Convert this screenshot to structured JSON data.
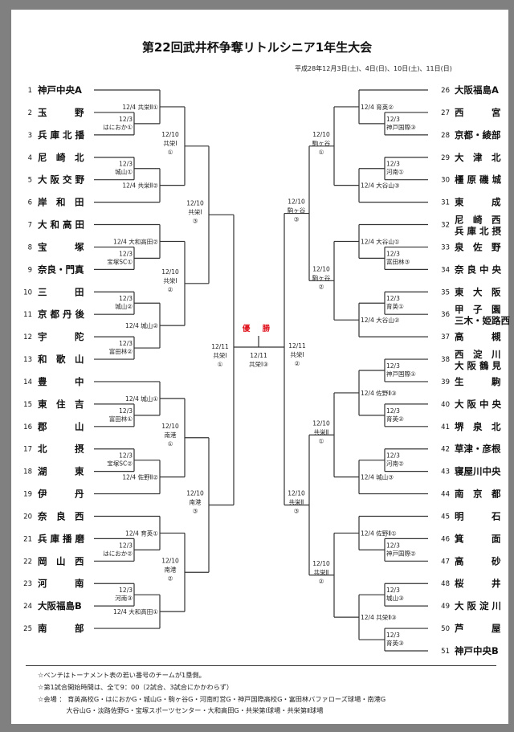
{
  "title": "第22回武井杯争奪リトルシニア1年生大会",
  "dates": "平成28年12月3日(土)、4日(日)、10日(土)、11日(日)",
  "champion_label": "優 勝",
  "teams_left": [
    {
      "no": "1",
      "name": "神戸中央A"
    },
    {
      "no": "2",
      "name": "玉　　　野"
    },
    {
      "no": "3",
      "name": "兵 庫 北 播"
    },
    {
      "no": "4",
      "name": "尼　崎　北"
    },
    {
      "no": "5",
      "name": "大 阪 交 野"
    },
    {
      "no": "6",
      "name": "岸　和　田"
    },
    {
      "no": "7",
      "name": "大 和 高 田"
    },
    {
      "no": "8",
      "name": "宝　　　塚"
    },
    {
      "no": "9",
      "name": "奈良・門真"
    },
    {
      "no": "10",
      "name": "三　　　田"
    },
    {
      "no": "11",
      "name": "京 都 丹 後"
    },
    {
      "no": "12",
      "name": "宇　　　陀"
    },
    {
      "no": "13",
      "name": "和　歌　山"
    },
    {
      "no": "14",
      "name": "豊　　　中"
    },
    {
      "no": "15",
      "name": "東　住　吉"
    },
    {
      "no": "16",
      "name": "郡　　　山"
    },
    {
      "no": "17",
      "name": "北　　　摂"
    },
    {
      "no": "18",
      "name": "湖　　　東"
    },
    {
      "no": "19",
      "name": "伊　　　丹"
    },
    {
      "no": "20",
      "name": "奈　良　西"
    },
    {
      "no": "21",
      "name": "兵 庫 播 磨"
    },
    {
      "no": "22",
      "name": "岡　山　西"
    },
    {
      "no": "23",
      "name": "河　　　南"
    },
    {
      "no": "24",
      "name": "大阪福島B"
    },
    {
      "no": "25",
      "name": "南　　　部"
    }
  ],
  "teams_right": [
    {
      "no": "26",
      "name": "大阪福島A"
    },
    {
      "no": "27",
      "name": "西　　　宮"
    },
    {
      "no": "28",
      "name": "京都・綾部"
    },
    {
      "no": "29",
      "name": "大　津　北"
    },
    {
      "no": "30",
      "name": "橿 原 磯 城"
    },
    {
      "no": "31",
      "name": "東　　　成"
    },
    {
      "no": "32",
      "name": "尼　崎　西",
      "name2": "兵 庫 北 摂"
    },
    {
      "no": "33",
      "name": "泉　佐　野"
    },
    {
      "no": "34",
      "name": "奈 良 中 央"
    },
    {
      "no": "35",
      "name": "東　大　阪"
    },
    {
      "no": "36",
      "name": "甲　子　園",
      "name2": "三木・姫路西"
    },
    {
      "no": "37",
      "name": "高　　　槻"
    },
    {
      "no": "38",
      "name": "西　淀　川",
      "name2": "大 阪 鶴 見"
    },
    {
      "no": "39",
      "name": "生　　　駒"
    },
    {
      "no": "40",
      "name": "大 阪 中 央"
    },
    {
      "no": "41",
      "name": "堺　泉　北"
    },
    {
      "no": "42",
      "name": "草津・彦根"
    },
    {
      "no": "43",
      "name": "寝屋川中央"
    },
    {
      "no": "44",
      "name": "南　京　都"
    },
    {
      "no": "45",
      "name": "明　　　石"
    },
    {
      "no": "46",
      "name": "箕　　　面"
    },
    {
      "no": "47",
      "name": "高　　　砂"
    },
    {
      "no": "48",
      "name": "桜　　　井"
    },
    {
      "no": "49",
      "name": "大 阪 淀 川"
    },
    {
      "no": "50",
      "name": "芦　　　屋"
    },
    {
      "no": "51",
      "name": "神戸中央B"
    }
  ],
  "matches": {
    "left_r1": [
      {
        "date": "12/3",
        "venue": "はにおか①"
      },
      {
        "date": "12/3",
        "venue": "城山①"
      },
      {
        "date": "12/3",
        "venue": "宝塚SC①"
      },
      {
        "date": "12/3",
        "venue": "城山②"
      },
      {
        "date": "12/3",
        "venue": "富田林②"
      },
      {
        "date": "12/3",
        "venue": "富田林①"
      },
      {
        "date": "12/3",
        "venue": "宝塚SC②"
      },
      {
        "date": "12/3",
        "venue": "はにおか②"
      },
      {
        "date": "12/3",
        "venue": "河南③"
      }
    ],
    "left_r2": [
      {
        "date": "12/4",
        "venue": "共栄Ⅱ①"
      },
      {
        "date": "12/4",
        "venue": "共栄Ⅱ②"
      },
      {
        "date": "12/4",
        "venue": "大和高田②"
      },
      {
        "date": "12/4",
        "venue": "城山②"
      },
      {
        "date": "12/4",
        "venue": "城山①"
      },
      {
        "date": "12/4",
        "venue": "佐野Ⅱ②"
      },
      {
        "date": "12/4",
        "venue": "育英①"
      },
      {
        "date": "12/4",
        "venue": "大和高田①"
      }
    ],
    "left_r3": [
      {
        "date": "12/10",
        "venue": "共栄Ⅰ",
        "num": "①"
      },
      {
        "date": "12/10",
        "venue": "共栄Ⅰ",
        "num": "②"
      },
      {
        "date": "12/10",
        "venue": "南港",
        "num": "①"
      },
      {
        "date": "12/10",
        "venue": "南港",
        "num": "②"
      }
    ],
    "left_r4": [
      {
        "date": "12/10",
        "venue": "共栄Ⅰ",
        "num": "③"
      },
      {
        "date": "12/10",
        "venue": "南港",
        "num": "③"
      }
    ],
    "left_semi": {
      "date": "12/11",
      "venue": "共栄Ⅰ",
      "num": "①"
    },
    "right_r1": [
      {
        "date": "12/3",
        "venue": "神戸国際③"
      },
      {
        "date": "12/3",
        "venue": "河南①"
      },
      {
        "date": "12/3",
        "venue": "富田林③"
      },
      {
        "date": "12/3",
        "venue": "育英①"
      },
      {
        "date": "12/3",
        "venue": "神戸国際①"
      },
      {
        "date": "12/3",
        "venue": "育英②"
      },
      {
        "date": "12/3",
        "venue": "河南②"
      },
      {
        "date": "12/3",
        "venue": "神戸国際②"
      },
      {
        "date": "12/3",
        "venue": "城山③"
      },
      {
        "date": "12/3",
        "venue": "育英③"
      }
    ],
    "right_r2": [
      {
        "date": "12/4",
        "venue": "育英②"
      },
      {
        "date": "12/4",
        "venue": "大谷山③"
      },
      {
        "date": "12/4",
        "venue": "大谷山①"
      },
      {
        "date": "12/4",
        "venue": "大谷山②"
      },
      {
        "date": "12/4",
        "venue": "佐野Ⅱ③"
      },
      {
        "date": "12/4",
        "venue": "城山③"
      },
      {
        "date": "12/4",
        "venue": "佐野Ⅱ①"
      },
      {
        "date": "12/4",
        "venue": "共栄Ⅱ③"
      }
    ],
    "right_r3": [
      {
        "date": "12/10",
        "venue": "駒ヶ谷",
        "num": "①"
      },
      {
        "date": "12/10",
        "venue": "駒ヶ谷",
        "num": "②"
      },
      {
        "date": "12/10",
        "venue": "共栄Ⅱ",
        "num": "①"
      },
      {
        "date": "12/10",
        "venue": "共栄Ⅱ",
        "num": "②"
      }
    ],
    "right_r4": [
      {
        "date": "12/10",
        "venue": "駒ヶ谷",
        "num": "③"
      },
      {
        "date": "12/10",
        "venue": "共栄Ⅱ",
        "num": "③"
      }
    ],
    "right_semi": {
      "date": "12/11",
      "venue": "共栄Ⅰ",
      "num": "②"
    },
    "final": {
      "date": "12/11",
      "venue": "共栄Ⅰ③"
    }
  },
  "notes": [
    "☆ベンチはトーナメント表の若い番号のチームが1塁側。",
    "☆第1試合開始時間は、全て9：00（2試合、3試合にかかわらず）",
    "☆会場 ： 育英高校G・はにおかG・城山G・駒ヶ谷G・河南町営G・神戸国際高校G・富田林バファローズ球場・南港G",
    "　　　　 大谷山G・淡路佐野G・宝塚スポーツセンター・大和高田G・共栄第Ⅰ球場・共栄第Ⅱ球場"
  ]
}
